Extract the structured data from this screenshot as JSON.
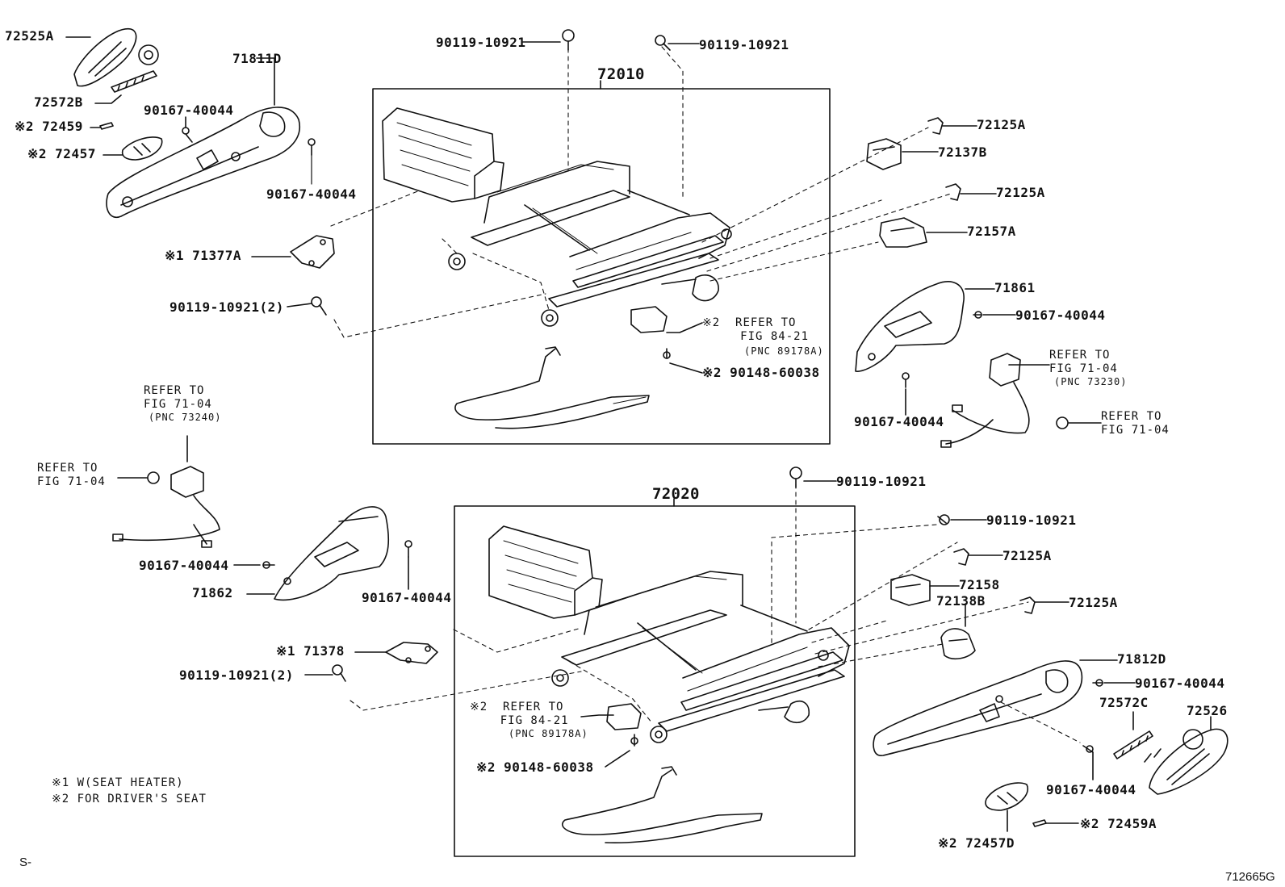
{
  "diagram": {
    "labels": {
      "l72525A": "72525A",
      "l71811D": "71811D",
      "l72572B": "72572B",
      "l90167_a": "90167-40044",
      "l72459": "※2 72459",
      "l72457": "※2 72457",
      "l90167_b": "90167-40044",
      "l71377A": "※1 71377A",
      "l90119_2a": "90119-10921(2)",
      "l90119_top1": "90119-10921",
      "l90119_top2": "90119-10921",
      "l72010": "72010",
      "l72125A_1": "72125A",
      "l72137B": "72137B",
      "l72125A_2": "72125A",
      "l72157A": "72157A",
      "l71861": "71861",
      "l90167_c": "90167-40044",
      "l90148_a": "※2 90148-60038",
      "l90167_d": "90167-40044",
      "l90119_mid1": "90119-10921",
      "l72020": "72020",
      "l90119_mid2": "90119-10921",
      "l72125A_3": "72125A",
      "l72158": "72158",
      "l72138B": "72138B",
      "l72125A_4": "72125A",
      "l71812D": "71812D",
      "l90167_e": "90167-40044",
      "l72572C": "72572C",
      "l72526": "72526",
      "l90167_f": "90167-40044",
      "l72459A": "※2 72459A",
      "l72457D": "※2 72457D",
      "l90148_b": "※2 90148-60038",
      "l71378": "※1 71378",
      "l90119_2b": "90119-10921(2)",
      "l90167_g": "90167-40044",
      "l71862": "71862",
      "l90167_h": "90167-40044"
    },
    "refer_notes": {
      "fig8421_a": "※2  REFER TO\n     FIG 84-21",
      "fig8421_a_pnc": "(PNC 89178A)",
      "fig7104_right_upper": "REFER TO\nFIG 71-04",
      "fig7104_right_upper_pnc": "(PNC 73230)",
      "fig7104_right_lower": "REFER TO\nFIG 71-04",
      "fig7104_left_upper": "REFER TO\nFIG 71-04",
      "fig7104_left_upper_pnc": "(PNC 73240)",
      "fig7104_left_lower": "REFER TO\nFIG 71-04",
      "fig8421_b": "※2  REFER TO\n    FIG 84-21",
      "fig8421_b_pnc": "(PNC 89178A)"
    },
    "legend": {
      "note1": "※1 W(SEAT HEATER)",
      "note2": "※2 FOR DRIVER'S SEAT"
    },
    "footer": {
      "left_mark": "S-",
      "figure_id": "712665G"
    }
  }
}
